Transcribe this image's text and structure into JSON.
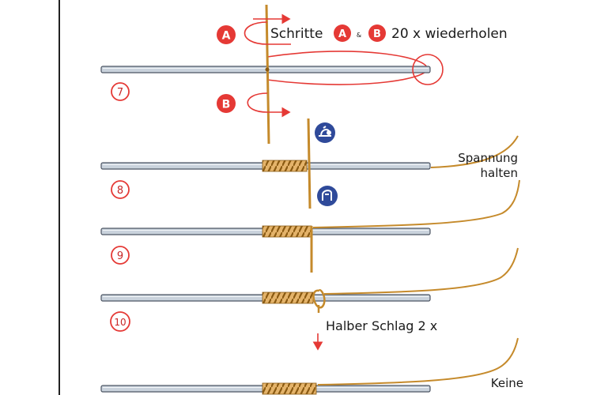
{
  "instructions": {
    "repeat_prefix": "Schritte",
    "repeat_a": "A",
    "repeat_amp": "&",
    "repeat_b": "B",
    "repeat_suffix": "20 x wiederholen",
    "tension_line1": "Spannung",
    "tension_line2": "halten",
    "half_hitch": "Halber Schlag 2 x",
    "none_label": "Keine"
  },
  "markers": {
    "a": "A",
    "b": "B"
  },
  "steps": [
    "7",
    "8",
    "9",
    "10"
  ],
  "icons": {
    "reel": "reel-icon",
    "hand": "hand-icon"
  },
  "colors": {
    "red": "#e53935",
    "thread": "#c58a2b",
    "rod": "#c9d2dc",
    "rod_edge": "#4c5563",
    "icon_blue": "#2f4a9a"
  }
}
